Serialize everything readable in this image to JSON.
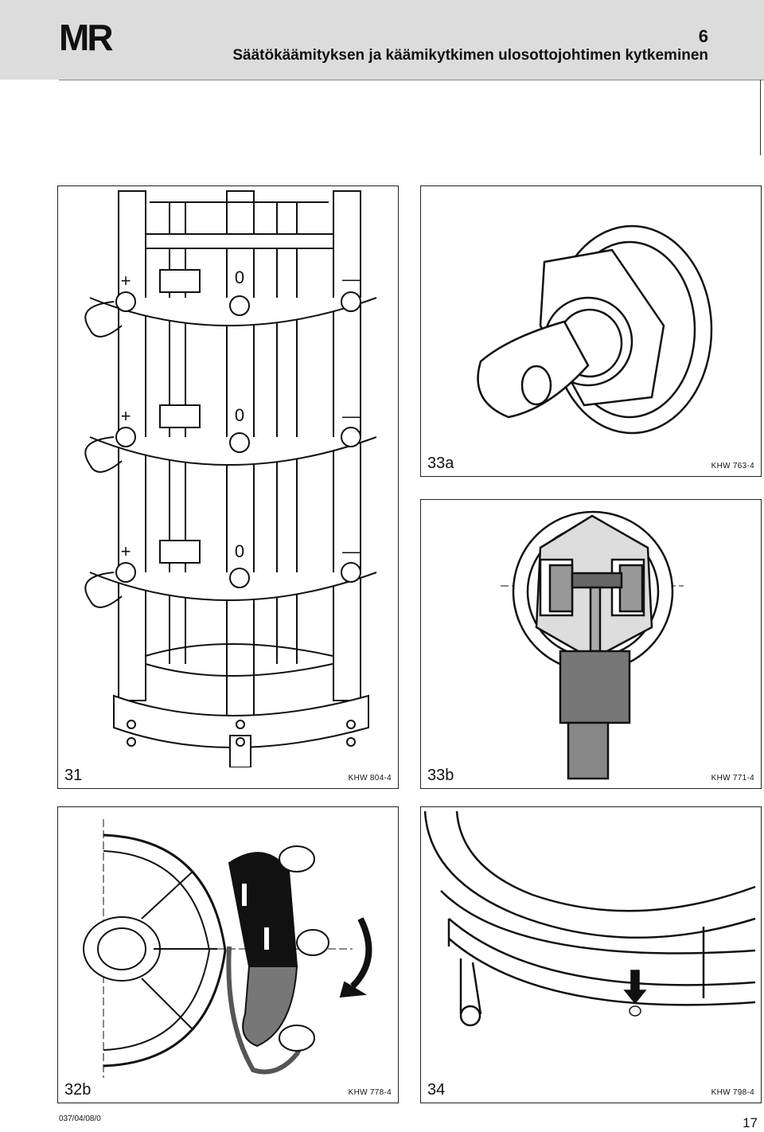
{
  "header": {
    "logo": "MR",
    "chapter": "6",
    "title": "Säätökäämityksen ja käämikytkimen ulosottojohtimen kytkeminen"
  },
  "figures": {
    "fig31": {
      "number": "31",
      "code": "KHW 804-4",
      "marks": [
        "+",
        "0",
        "—"
      ]
    },
    "fig33a": {
      "number": "33a",
      "code": "KHW 763-4"
    },
    "fig33b": {
      "number": "33b",
      "code": "KHW 771-4"
    },
    "fig32b": {
      "number": "32b",
      "code": "KHW 778-4"
    },
    "fig34": {
      "number": "34",
      "code": "KHW 798-4"
    }
  },
  "footer": {
    "doc_code": "037/04/08/0",
    "page": "17"
  }
}
